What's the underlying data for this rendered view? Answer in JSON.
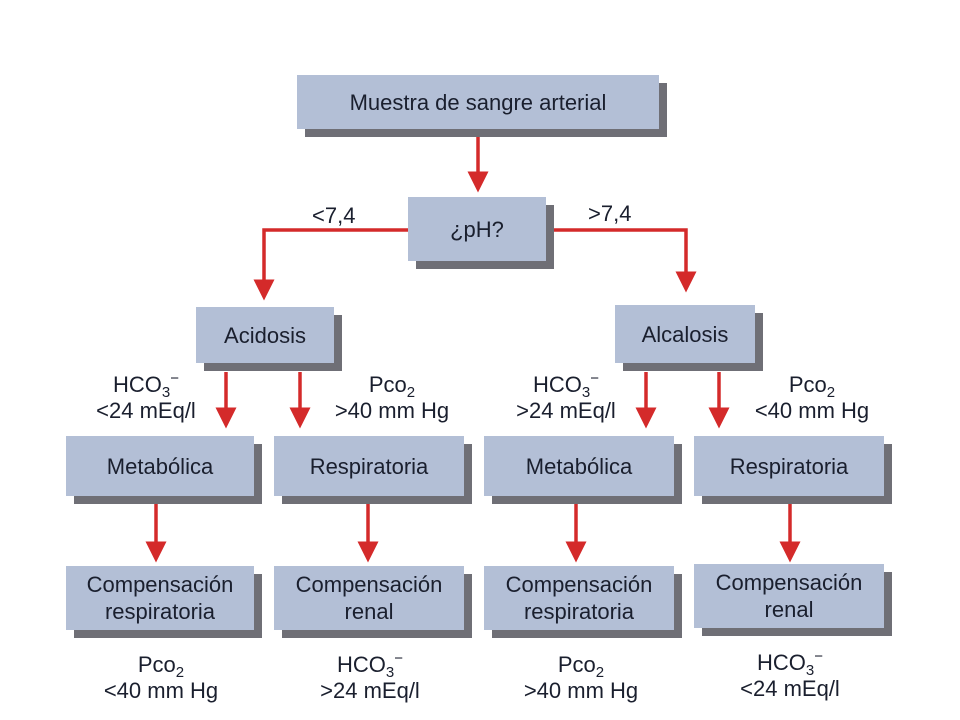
{
  "nodes": {
    "root": "Muestra de sangre arterial",
    "ph": "¿pH?",
    "acidosis": "Acidosis",
    "alcalosis": "Alcalosis",
    "metabolica_left": "Metabólica",
    "respiratoria_left": "Respiratoria",
    "metabolica_right": "Metabólica",
    "respiratoria_right": "Respiratoria",
    "comp_resp_left": {
      "line1": "Compensación",
      "line2": "respiratoria"
    },
    "comp_renal_left": {
      "line1": "Compensación",
      "line2": "renal"
    },
    "comp_resp_right": {
      "line1": "Compensación",
      "line2": "respiratoria"
    },
    "comp_renal_right": {
      "line1": "Compensación",
      "line2": "renal"
    }
  },
  "edges": {
    "ph_low": "<7,4",
    "ph_high": ">7,4",
    "acid_hco3": {
      "base": "HCO",
      "sub": "3",
      "sup": "−",
      "cond": "<24 mEq/l"
    },
    "acid_pco2": {
      "base": "Pco",
      "sub": "2",
      "cond": ">40 mm Hg"
    },
    "alk_hco3": {
      "base": "HCO",
      "sub": "3",
      "sup": "−",
      "cond": ">24 mEq/l"
    },
    "alk_pco2": {
      "base": "Pco",
      "sub": "2",
      "cond": "<40 mm Hg"
    }
  },
  "results": {
    "r1": {
      "base": "Pco",
      "sub": "2",
      "cond": "<40 mm Hg"
    },
    "r2": {
      "base": "HCO",
      "sub": "3",
      "sup": "−",
      "cond": ">24 mEq/l"
    },
    "r3": {
      "base": "Pco",
      "sub": "2",
      "cond": ">40 mm Hg"
    },
    "r4": {
      "base": "HCO",
      "sub": "3",
      "sup": "−",
      "cond": "<24 mEq/l"
    }
  },
  "colors": {
    "box_fill": "#b3bfd6",
    "box_shadow": "#6f6f76",
    "arrow": "#d42a2a",
    "text": "#1a1f2e"
  }
}
